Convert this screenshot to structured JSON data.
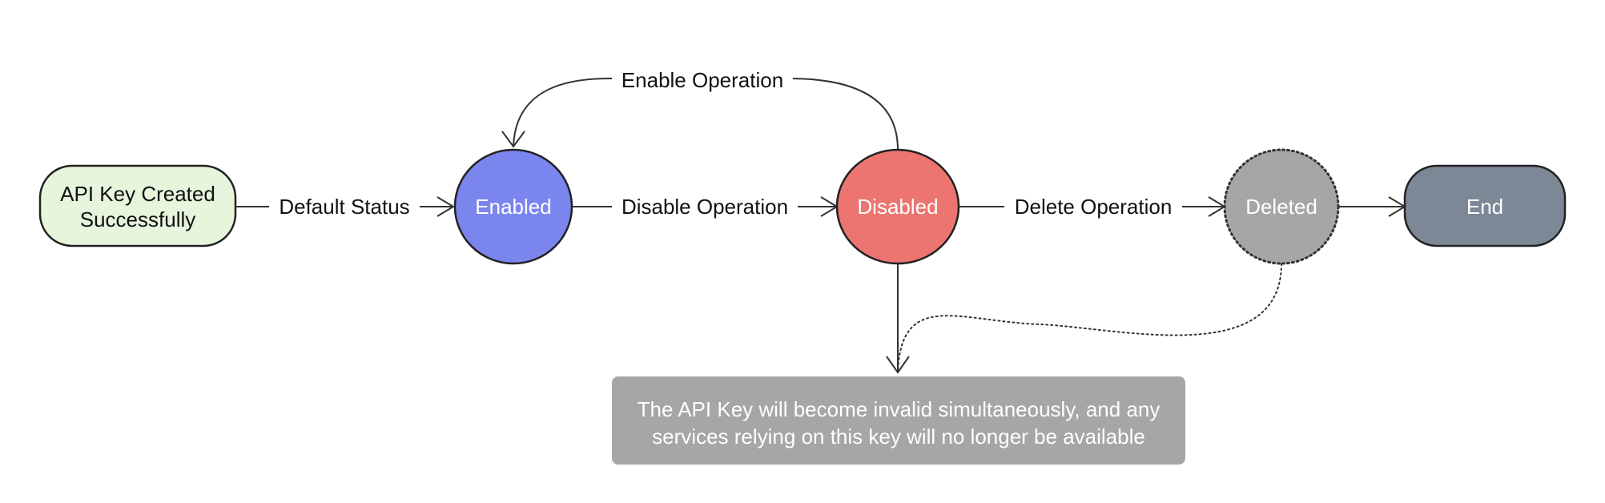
{
  "nodes": {
    "created": {
      "line1": "API Key Created",
      "line2": "Successfully",
      "fill": "#e6f5dc",
      "stroke": "#222222"
    },
    "enabled": {
      "label": "Enabled",
      "fill": "#7a85ee",
      "stroke": "#222222"
    },
    "disabled": {
      "label": "Disabled",
      "fill": "#ec7471",
      "stroke": "#222222"
    },
    "deleted": {
      "label": "Deleted",
      "fill": "#a6a6a6",
      "stroke": "#333333"
    },
    "end": {
      "label": "End",
      "fill": "#7d8896",
      "stroke": "#222222"
    }
  },
  "edges": {
    "default_status": "Default Status",
    "disable_operation": "Disable Operation",
    "delete_operation": "Delete Operation",
    "enable_operation": "Enable Operation"
  },
  "note": {
    "line1": "The API Key will become invalid simultaneously, and any",
    "line2": "services relying on this key will no longer be available",
    "fill": "#a6a6a6"
  }
}
